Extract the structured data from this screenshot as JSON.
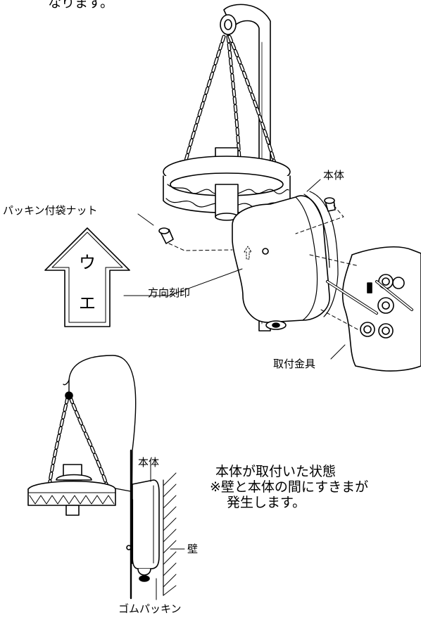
{
  "top_text": "なります。",
  "labels": {
    "body_top": "本体",
    "packing_nut": "パッキン付袋ナット",
    "direction_mark": "方向刻印",
    "arrow_char_1": "ウ",
    "arrow_char_2": "エ",
    "mounting_bracket": "取付金具",
    "body_bottom": "本体",
    "wall": "壁",
    "rubber_packing": "ゴムパッキン"
  },
  "state_note": {
    "line1": "本体が取付いた状態",
    "line2": "※壁と本体の間にすきまが",
    "line3": "発生します。"
  }
}
